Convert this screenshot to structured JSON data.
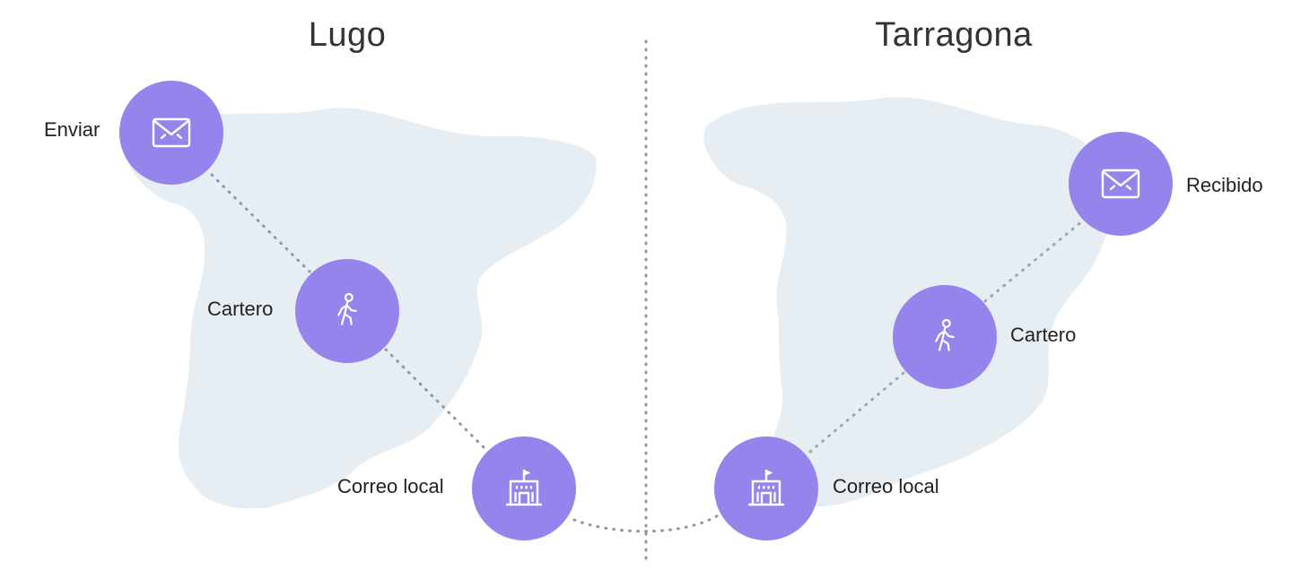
{
  "left_panel": {
    "city": "Lugo",
    "nodes": {
      "send": {
        "label": "Enviar",
        "icon": "envelope-icon"
      },
      "postman": {
        "label": "Cartero",
        "icon": "walking-person-icon"
      },
      "office": {
        "label": "Correo local",
        "icon": "post-office-building-icon"
      }
    }
  },
  "right_panel": {
    "city": "Tarragona",
    "nodes": {
      "office": {
        "label": "Correo local",
        "icon": "post-office-building-icon"
      },
      "postman": {
        "label": "Cartero",
        "icon": "walking-person-icon"
      },
      "received": {
        "label": "Recibido",
        "icon": "envelope-icon"
      }
    }
  },
  "colors": {
    "node_fill": "#9584ec",
    "map_fill": "#e7eef3",
    "route": "#8e989e",
    "text": "#222222"
  }
}
